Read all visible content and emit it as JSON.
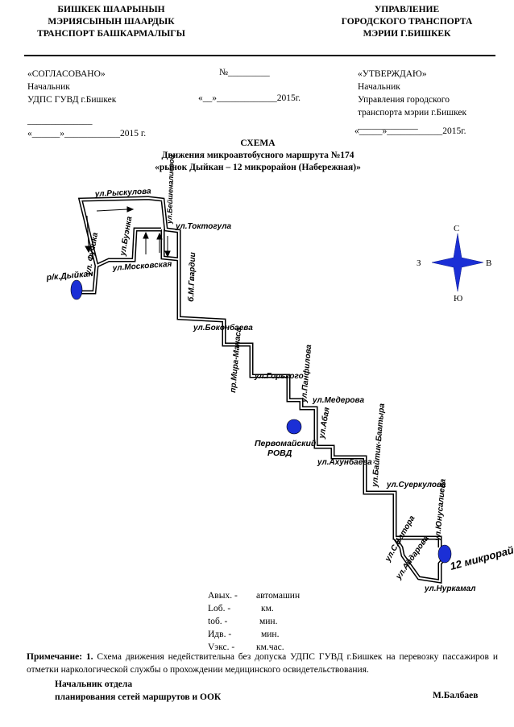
{
  "header": {
    "left_lines": [
      "БИШКЕК ШААРЫНЫН",
      "МЭРИЯСЫНЫН     ШААРДЫК",
      "ТРАНСПОРТ  БАШКАРМАЛЫГЫ"
    ],
    "right_lines": [
      "УПРАВЛЕНИЕ",
      "ГОРОДСКОГО  ТРАНСПОРТА",
      "МЭРИИ Г.БИШКЕК"
    ]
  },
  "approval": {
    "left": [
      "«СОГЛАСОВАНО»",
      "Начальник",
      "УДПС  ГУВД  г.Бишкек",
      "______________",
      "«______»____________2015  г."
    ],
    "middle": [
      "№_________",
      "«__»_____________2015г."
    ],
    "right": [
      "«УТВЕРЖДАЮ»",
      "Начальник",
      "Управления городского",
      "транспорта мэрии г.Бишкек",
      "_____________",
      "«_____»____________2015г."
    ]
  },
  "title": {
    "line1": "СХЕМА",
    "line2": "Движения микроавтобусного маршрута  №174",
    "line3": "«рынок  Дыйкан – 12 микрорайон  (Набережная)»"
  },
  "map": {
    "streets": {
      "ryskulova": "ул.Рыскулова",
      "fuchika": "ул. Фучика",
      "buyonka": "ул.Буэнка",
      "beishenaliyeva": "ул.Бейшеналиевой",
      "toktogula": "ул.Токтогула",
      "moskovskaya": "ул.Московская",
      "gerrina": "б.М.Гвардии",
      "bokonbaeva": "ул.Боконбаева",
      "mira_manasa": "пр.Мира-Манаса",
      "gorkogo": "ул.Горького",
      "panfilova": "ул.Панфилова",
      "medyerova": "ул.Медерова",
      "abaya": "ул.Абая",
      "akhunbaeva": "ул.Ахунбаева",
      "baitik_baatyra": "ул.Байтик-Баатыра",
      "suerkulova": "ул.Суеркулова",
      "yunusalieva": "ул.Юнусалиева",
      "s_batora": "ул.С.Батора",
      "aidarova": "ул.Айдарова",
      "nurkamal": "ул.Нуркамал"
    },
    "start_label": "р/к.Дыйкан",
    "police_label_1": "Первомайский",
    "police_label_2": "РОВД",
    "end_label": "12 микрорайон",
    "compass": {
      "n": "С",
      "s": "Ю",
      "w": "З",
      "e": "В"
    },
    "colors": {
      "stop": "#1b2fd6",
      "compass": "#1b2fd6",
      "route": "#000000"
    }
  },
  "legend": [
    {
      "label": "Авых. -",
      "value": "автомашин"
    },
    {
      "label": "Lоб. -",
      "value": "км."
    },
    {
      "label": "tоб. -",
      "value": "мин."
    },
    {
      "label": "Идв. -",
      "value": "мин."
    },
    {
      "label": "Vэкс. -",
      "value": "км.час."
    }
  ],
  "note": {
    "label": "Примечание: 1.",
    "text": " Схема движения недействительна без допуска УДПС ГУВД г.Бишкек на перевозку пассажиров и отметки наркологической службы о прохождении медицинского освидетельствования."
  },
  "signature": {
    "line1": "Начальник  отдела",
    "line2": "планирования сетей маршрутов и ООК",
    "name": "М.Балбаев"
  }
}
